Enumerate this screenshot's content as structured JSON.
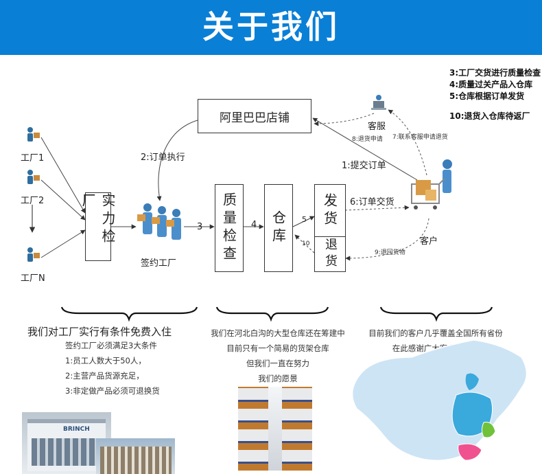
{
  "header": {
    "title": "关于我们"
  },
  "notes": [
    "3:工厂交货进行质量检查",
    "4:质量过关产品入仓库",
    "5:仓库根据订单发货",
    "10:退货入仓库待返厂"
  ],
  "nodes": {
    "factory1": "工厂1",
    "factory2": "工厂2",
    "factoryN": "工厂N",
    "strength_check": "实力检厂",
    "signed_factory": "签约工厂",
    "store": "阿里巴巴店铺",
    "quality_check": "质量检查",
    "warehouse": "仓库",
    "ship": "发货",
    "return": "退货",
    "customer_service": "客服",
    "customer": "客户"
  },
  "edges": {
    "order_exec": "2:订单执行",
    "step3": "3",
    "step4": "4",
    "step5": "5",
    "step10": "10",
    "submit_order": "1:提交订单",
    "order_delivery": "6:订单交货",
    "return_request": "8:退货申请",
    "contact_cs": "7:联系客服申请退货",
    "return_goods": "9:退回货物"
  },
  "columns": {
    "left": {
      "heading": "我们对工厂实行有条件免费入住",
      "lines": [
        "签约工厂必须满足3大条件",
        "1:员工人数大于50人，",
        "2:主营产品货源充足，",
        "3:非定做产品必须可退换货"
      ],
      "photo_sign": "BRINCH"
    },
    "middle": {
      "lines": [
        "我们在河北白沟的大型仓库还在筹建中",
        "目前只有一个简易的货架仓库",
        "但我们一直在努力",
        "我们的愿景"
      ]
    },
    "right": {
      "lines": [
        "目前我们的客户几乎覆盖全国所有省份",
        "在此感谢广大客户的支持"
      ]
    }
  },
  "colors": {
    "banner": "#0a7fd6",
    "map_base": "#cde4f5",
    "map_blue": "#3aa9dc",
    "map_green": "#6fc23a",
    "map_pink": "#f0528f"
  }
}
